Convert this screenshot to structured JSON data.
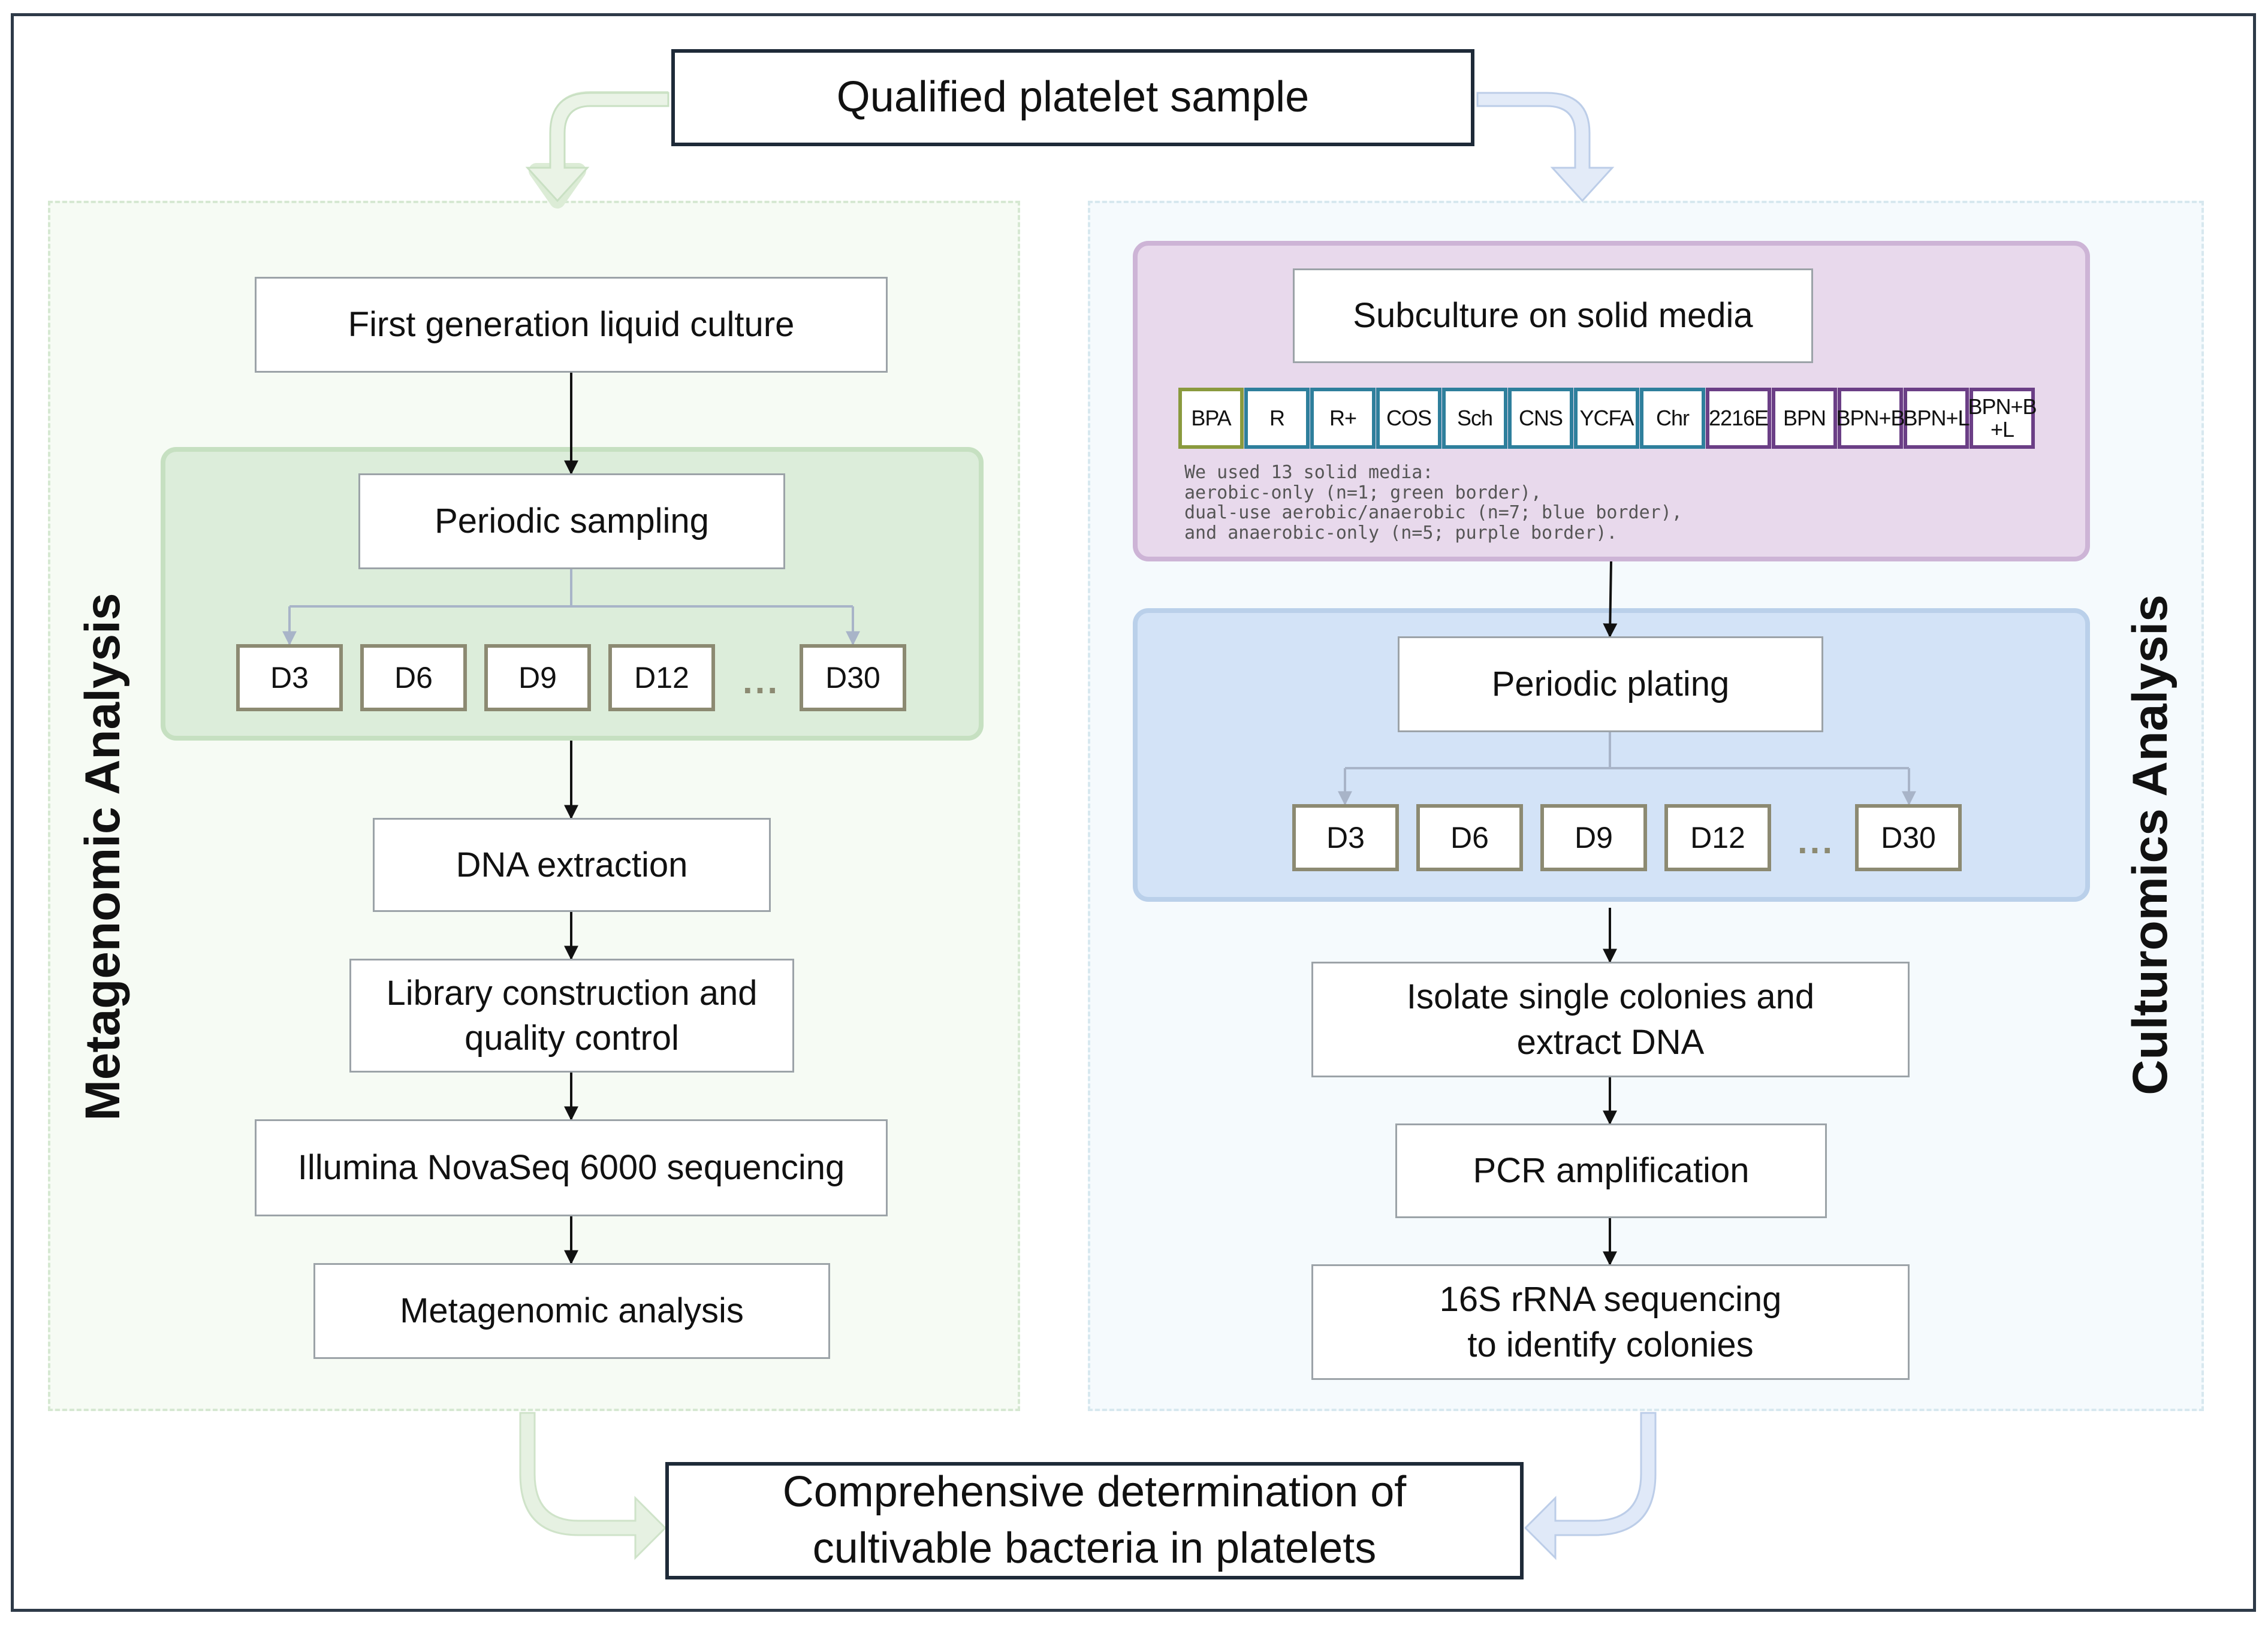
{
  "title": "Qualified platelet sample",
  "left_branch": {
    "label": "Metagenomic Analysis",
    "steps": {
      "culture": "First generation liquid culture",
      "sampling": "Periodic sampling",
      "dna_extraction": "DNA extraction",
      "library": "Library construction and\nquality control",
      "sequencing": "Illumina NovaSeq 6000 sequencing",
      "analysis": "Metagenomic analysis"
    },
    "days": [
      "D3",
      "D6",
      "D9",
      "D12",
      "D30"
    ],
    "ellipsis": "..."
  },
  "right_branch": {
    "label": "Culturomics Analysis",
    "steps": {
      "subculture": "Subculture on solid media",
      "plating": "Periodic plating",
      "isolate": "Isolate single colonies and\nextract DNA",
      "pcr": "PCR amplification",
      "sequencing": "16S rRNA sequencing\nto identify colonies"
    },
    "days": [
      "D3",
      "D6",
      "D9",
      "D12",
      "D30"
    ],
    "ellipsis": "...",
    "media": [
      {
        "name": "BPA",
        "type": "aerobic"
      },
      {
        "name": "R",
        "type": "dual"
      },
      {
        "name": "R+",
        "type": "dual"
      },
      {
        "name": "COS",
        "type": "dual"
      },
      {
        "name": "Sch",
        "type": "dual"
      },
      {
        "name": "CNS",
        "type": "dual"
      },
      {
        "name": "YCFA",
        "type": "dual"
      },
      {
        "name": "Chr",
        "type": "dual"
      },
      {
        "name": "2216E",
        "type": "anaerobic"
      },
      {
        "name": "BPN",
        "type": "anaerobic"
      },
      {
        "name": "BPN+B",
        "type": "anaerobic"
      },
      {
        "name": "BPN+L",
        "type": "anaerobic"
      },
      {
        "name": "BPN+B\n+L",
        "type": "anaerobic"
      }
    ],
    "media_note": "We used 13 solid media:\naerobic-only (n=1; green border),\ndual-use aerobic/anaerobic (n=7; blue border),\nand anaerobic-only (n=5; purple border)."
  },
  "conclusion": "Comprehensive determination of\ncultivable bacteria in platelets",
  "colors": {
    "frame": "#2e3a48",
    "green_panel": "#dcedda",
    "purple_panel": "#e8d9ec",
    "blue_panel": "#d3e3f7",
    "green_flow_arrow": "#dcecd6",
    "blue_flow_arrow": "#cbdaf0",
    "aerobic_border": "#8a9a3e",
    "dual_border": "#2e7f9c",
    "anaerobic_border": "#6b3f86",
    "day_border": "#8c8a72"
  },
  "icons": [
    "arrow-icon",
    "branch-arrow-icon",
    "flow-arrow-icon"
  ]
}
